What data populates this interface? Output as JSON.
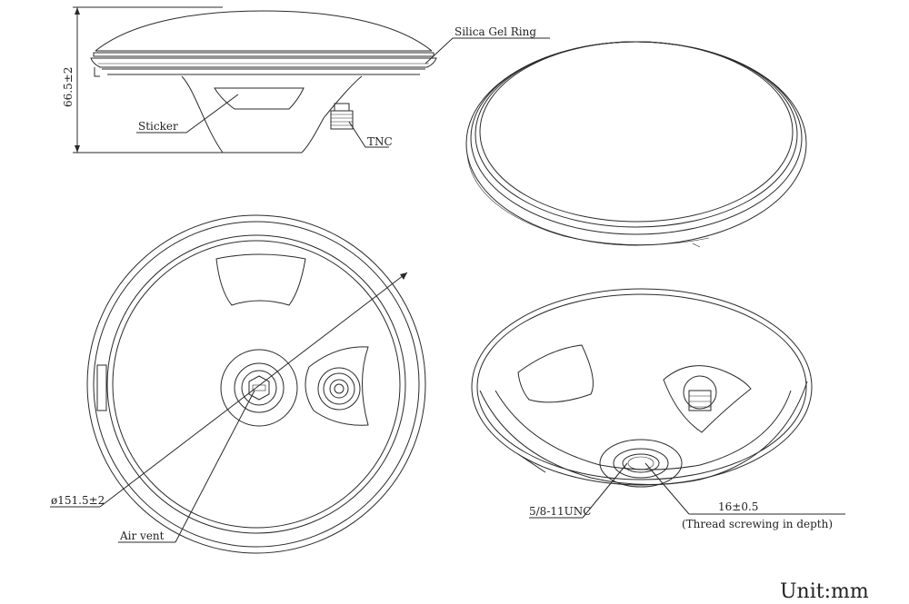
{
  "labels": {
    "height_dim": "66.5±2",
    "silica_gel_ring": "Silica Gel Ring",
    "sticker": "Sticker",
    "tnc": "TNC",
    "diameter_dim": "ø151.5±2",
    "air_vent": "Air vent",
    "thread_spec": "5/8-11UNC",
    "thread_depth": "16±0.5",
    "thread_note": "(Thread screwing in depth)",
    "unit": "Unit:mm"
  }
}
